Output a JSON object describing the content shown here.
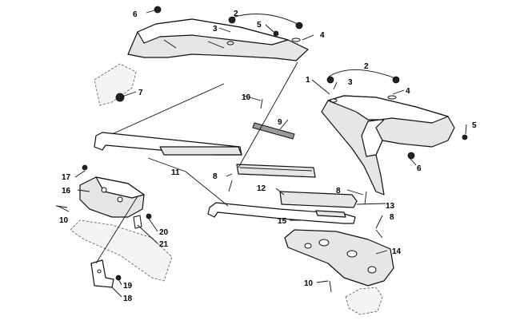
{
  "diagram": {
    "callouts": {
      "c1": "1",
      "c2a": "2",
      "c2b": "2",
      "c3a": "3",
      "c3b": "3",
      "c4a": "4",
      "c4b": "4",
      "c5a": "5",
      "c5b": "5",
      "c6a": "6",
      "c6b": "6",
      "c7": "7",
      "c8a": "8",
      "c8b": "8",
      "c8c": "8",
      "c9": "9",
      "c10a": "10",
      "c10b": "10",
      "c10c": "10",
      "c11": "11",
      "c12": "12",
      "c13": "13",
      "c14": "14",
      "c15": "15",
      "c16": "16",
      "c17": "17",
      "c18": "18",
      "c19": "19",
      "c20": "20",
      "c21": "21"
    }
  }
}
